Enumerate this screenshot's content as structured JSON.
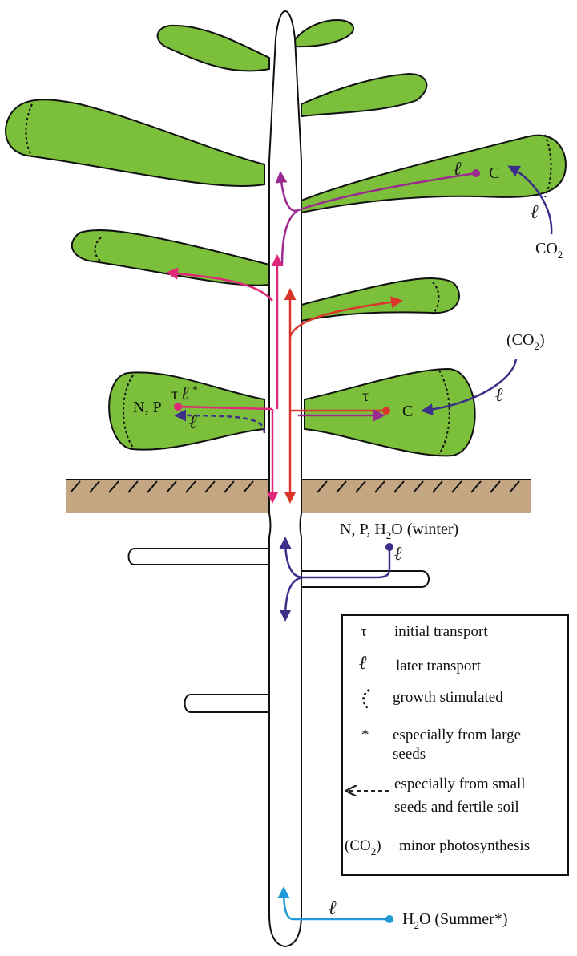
{
  "labels": {
    "co2_top": "CO",
    "co2_top_sub": "2",
    "c_top": "C",
    "co2_minor_open": "(CO",
    "co2_minor_sub": "2",
    "co2_minor_close": ")",
    "c_mid": "C",
    "np_left": "N, P",
    "tau_left": "τ",
    "ell_star": "*",
    "tau_right": "τ",
    "np_h2o_winter_pre": "N, P, H",
    "np_h2o_winter_sub": "2",
    "np_h2o_winter_post": "O (winter)",
    "h2o_summer_pre": "H",
    "h2o_summer_sub": "2",
    "h2o_summer_post": "O (Summer*)"
  },
  "legend": {
    "items": [
      {
        "symbol": "τ",
        "text": "initial transport"
      },
      {
        "symbol": "ℓ",
        "text": "later transport"
      },
      {
        "symbol": "(",
        "text": "growth stimulated"
      },
      {
        "symbol": "*",
        "text": "especially from large",
        "text2": "seeds"
      },
      {
        "symbol": "dashed-arrow",
        "text": "especially from small",
        "text2": "seeds and fertile soil"
      },
      {
        "symbol_pre": "(CO",
        "symbol_sub": "2",
        "symbol_post": ")",
        "text": "minor photosynthesis"
      }
    ]
  },
  "colors": {
    "leaf_fill": "#7bbf3a",
    "soil_fill": "#c4a682",
    "magenta": "#e0287a",
    "purple": "#9b2a8f",
    "red": "#d9352a",
    "navy": "#3c2f8a",
    "cyan": "#1f9ad6"
  }
}
